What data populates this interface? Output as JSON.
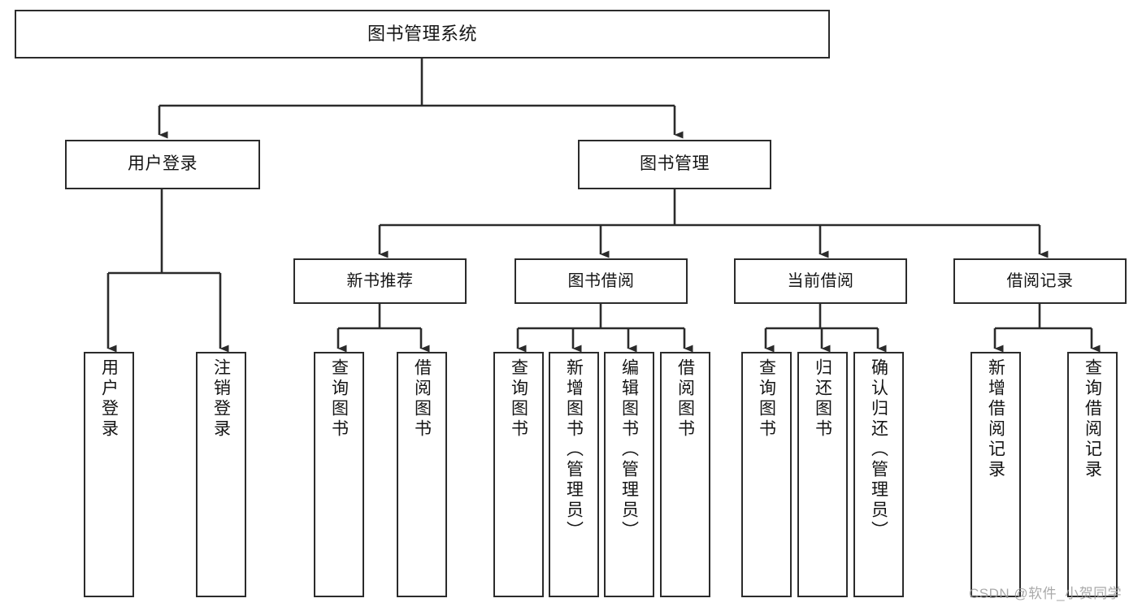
{
  "diagram": {
    "title": "图书管理系统",
    "type": "tree-hierarchy-diagram",
    "root": {
      "label": "图书管理系统"
    },
    "level2": [
      {
        "label": "用户登录"
      },
      {
        "label": "图书管理"
      }
    ],
    "level3": [
      {
        "label": "新书推荐"
      },
      {
        "label": "图书借阅"
      },
      {
        "label": "当前借阅"
      },
      {
        "label": "借阅记录"
      }
    ],
    "leaves": {
      "user_login": [
        {
          "label": "用户登录"
        },
        {
          "label": "注销登录"
        }
      ],
      "new_book_recommend": [
        {
          "label": "查询图书"
        },
        {
          "label": "借阅图书"
        }
      ],
      "book_borrow": [
        {
          "label": "查询图书"
        },
        {
          "label": "新增图书（管理员）"
        },
        {
          "label": "编辑图书（管理员）"
        },
        {
          "label": "借阅图书"
        }
      ],
      "current_borrow": [
        {
          "label": "查询图书"
        },
        {
          "label": "归还图书"
        },
        {
          "label": "确认归还（管理员）"
        }
      ],
      "borrow_record": [
        {
          "label": "新增借阅记录"
        },
        {
          "label": "查询借阅记录"
        }
      ]
    }
  },
  "watermark": {
    "text": "CSDN @软件_小贺同学"
  },
  "colors": {
    "background": "#ffffff",
    "border": "#2b2b2b",
    "text": "#151515",
    "connector": "#2b2b2b",
    "watermark": "#9b9b9b"
  }
}
